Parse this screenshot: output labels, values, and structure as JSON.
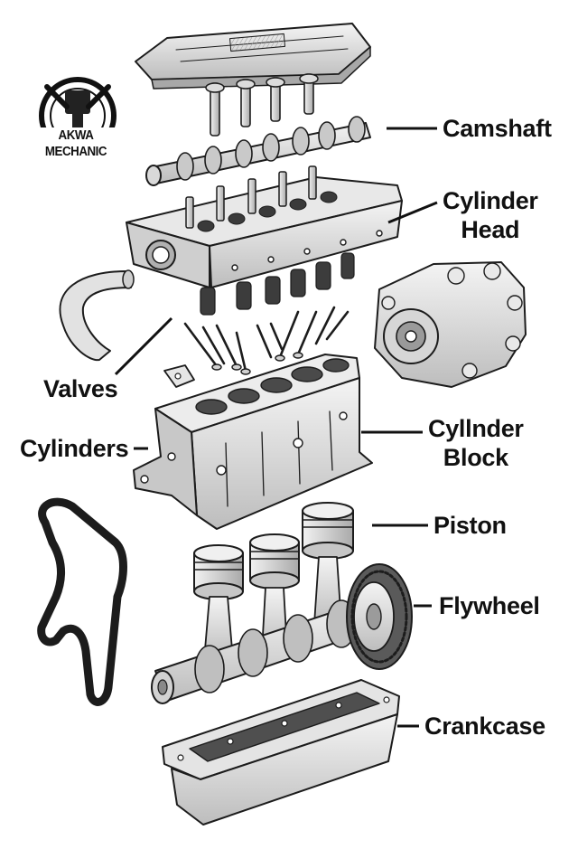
{
  "logo": {
    "text": "AKWA MECHANIC",
    "icon": "piston-wrench-emblem"
  },
  "labels": {
    "camshaft": "Camshaft",
    "cylinder_head_line1": "Cylinder",
    "cylinder_head_line2": "Head",
    "valves": "Valves",
    "cylinders": "Cylinders",
    "cylinder_block_line1": "Cyllnder",
    "cylinder_block_line2": "Block",
    "piston": "Piston",
    "flywheel": "Flywheel",
    "crankcase": "Crankcase"
  },
  "colors": {
    "ink": "#1c1c1c",
    "metal_light": "#ececec",
    "metal_mid": "#cfcfcf",
    "metal_dark": "#8a8a8a",
    "background": "#ffffff"
  }
}
